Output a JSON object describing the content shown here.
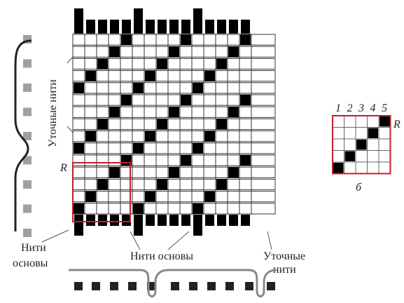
{
  "labels": {
    "weft_threads_vertical": "Уточные нити",
    "warp_threads_left": "Нити\nосновы",
    "warp_threads_bottom": "Нити основы",
    "weft_threads_bottom": "Уточные\nнити",
    "repeat_marker": "R",
    "repeat_marker_small": "R",
    "small_caption": "б"
  },
  "small_grid": {
    "column_numbers": [
      "1",
      "2",
      "3",
      "4",
      "5"
    ],
    "filled_cells": [
      [
        4,
        0
      ],
      [
        3,
        1
      ],
      [
        2,
        2
      ],
      [
        1,
        3
      ],
      [
        0,
        4
      ]
    ]
  },
  "weave": {
    "rows": 15,
    "columns": 15,
    "repeat": 5,
    "shift_per_row": 1
  },
  "colors": {
    "filled": "#000000",
    "grid_line": "#333333",
    "repeat_box": "#c0202e",
    "thread_light": "#a0a0a0",
    "thread_dark": "#222222",
    "curve_gray": "#888888"
  }
}
